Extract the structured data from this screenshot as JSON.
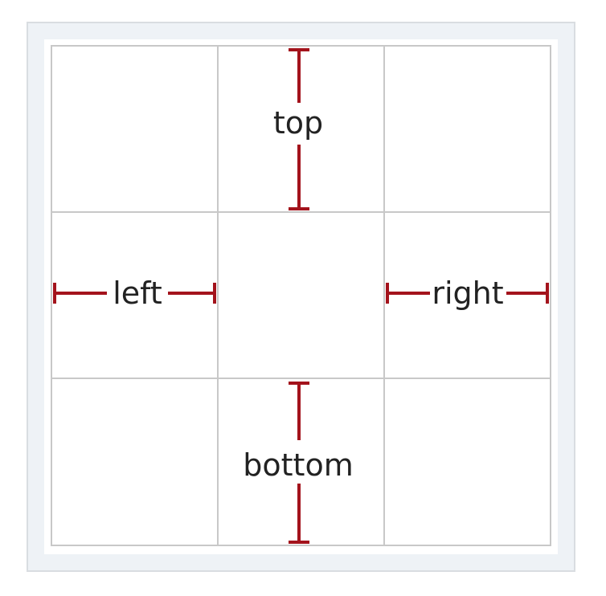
{
  "labels": {
    "top": "top",
    "left": "left",
    "right": "right",
    "bottom": "bottom"
  },
  "colors": {
    "frame_background": "#eef2f6",
    "frame_border": "#d9dde1",
    "grid_line": "#c8c8c8",
    "dimension_marker": "#a3131c",
    "label_text": "#222222"
  }
}
